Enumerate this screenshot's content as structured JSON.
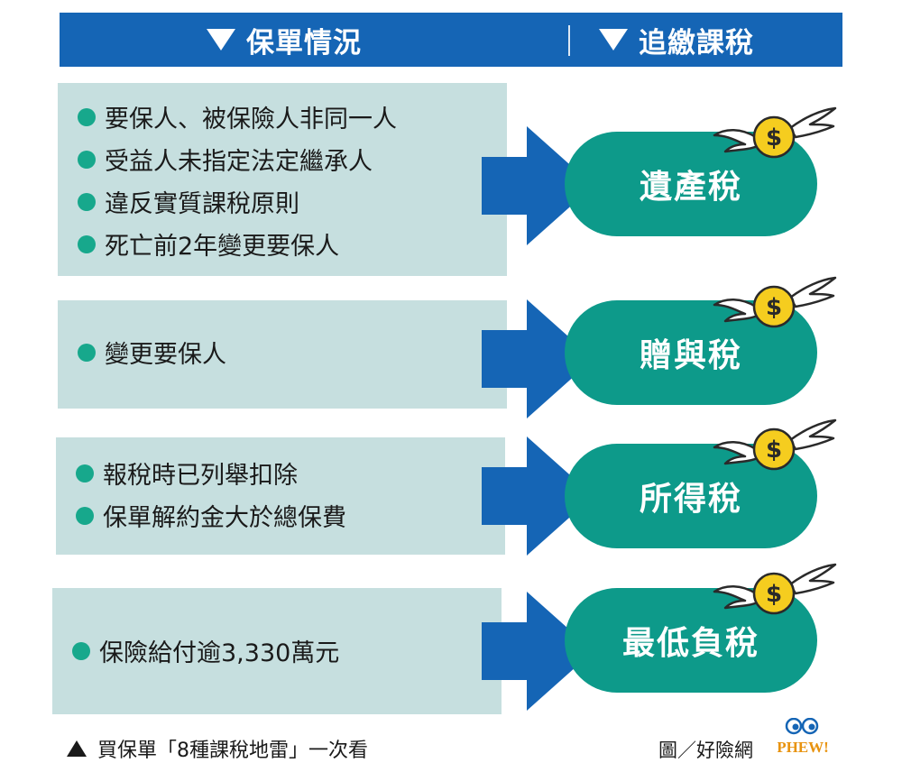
{
  "header": {
    "left_title": "保單情況",
    "right_title": "追繳課稅"
  },
  "rows": [
    {
      "conditions": [
        "要保人、被保險人非同一人",
        "受益人未指定法定繼承人",
        "違反實質課稅原則",
        "死亡前2年變更要保人"
      ],
      "tax": "遺產稅"
    },
    {
      "conditions": [
        "變更要保人"
      ],
      "tax": "贈與稅"
    },
    {
      "conditions": [
        "報稅時已列舉扣除",
        "保單解約金大於總保費"
      ],
      "tax": "所得稅"
    },
    {
      "conditions": [
        "保險給付逾3,330萬元"
      ],
      "tax": "最低負稅"
    }
  ],
  "coin_symbol": "$",
  "footer": {
    "caption": "買保單「8種課稅地雷」一次看",
    "credit": "圖／好險網",
    "logo_text": "PHEW!"
  },
  "colors": {
    "header_blue": "#1565b5",
    "box_bg": "#c6dfdf",
    "bullet_green": "#17a88c",
    "pill_teal": "#0d9a8a",
    "coin_yellow": "#f5cd1f"
  }
}
